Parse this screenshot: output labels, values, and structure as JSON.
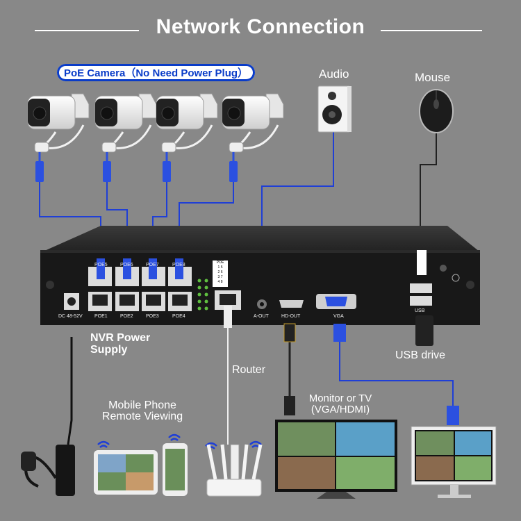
{
  "title": "Network Connection",
  "poe_camera_label": "PoE Camera（No Need Power Plug）",
  "labels": {
    "audio": "Audio",
    "mouse": "Mouse",
    "nvr_power_line1": "NVR Power",
    "nvr_power_line2": "Supply",
    "router": "Router",
    "usb_drive": "USB drive",
    "mobile_line1": "Mobile Phone",
    "mobile_line2": "Remote Viewing",
    "monitor_line1": "Monitor or TV",
    "monitor_line2": "(VGA/HDMI)"
  },
  "nvr": {
    "dc_label": "DC 48-52V",
    "top_ports": [
      "POE5",
      "POE6",
      "POE7",
      "POE8"
    ],
    "bottom_ports": [
      "POE1",
      "POE2",
      "POE3",
      "POE4"
    ],
    "a_out": "A-OUT",
    "hd_out": "HD-OUT",
    "vga": "VGA",
    "usb": "USB",
    "poe_table_header": "POE",
    "poe_table": [
      "1",
      "5",
      "2",
      "6",
      "3",
      "7",
      "4",
      "8"
    ]
  },
  "colors": {
    "background": "#888888",
    "cable_blue": "#1f3fd6",
    "pill_blue": "#0a3cc8",
    "nvr_body": "#1c1c1c"
  }
}
